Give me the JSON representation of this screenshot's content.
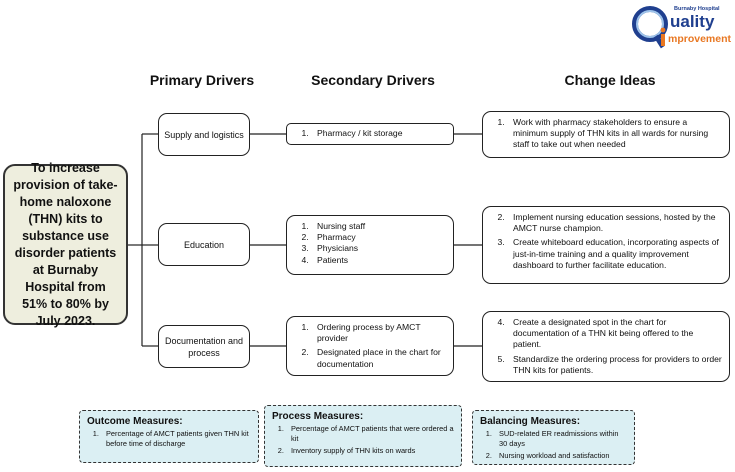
{
  "logo": {
    "org": "Burnaby Hospital",
    "word1": "uality",
    "word2": "mprovement"
  },
  "headers": {
    "primary": "Primary Drivers",
    "secondary": "Secondary Drivers",
    "change": "Change Ideas"
  },
  "aim": "To increase provision of take-home naloxone (THN) kits to substance use disorder patients at Burnaby Hospital from 51% to 80% by July 2023.",
  "primary_drivers": [
    {
      "label": "Supply and logistics"
    },
    {
      "label": "Education"
    },
    {
      "label": "Documentation and process"
    }
  ],
  "secondary_drivers": [
    {
      "items": [
        "Pharmacy / kit storage"
      ]
    },
    {
      "items": [
        "Nursing staff",
        "Pharmacy",
        "Physicians",
        "Patients"
      ]
    },
    {
      "items": [
        "Ordering process by AMCT provider",
        "Designated place in the chart for documentation"
      ]
    }
  ],
  "change_ideas": [
    {
      "start": 1,
      "items": [
        "Work with pharmacy stakeholders to ensure a minimum supply of THN kits in all wards for nursing staff to take out when needed"
      ]
    },
    {
      "start": 2,
      "items": [
        "Implement nursing education sessions, hosted by the AMCT nurse champion.",
        "Create whiteboard education, incorporating aspects of just-in-time training and a quality improvement dashboard to further facilitate education."
      ]
    },
    {
      "start": 4,
      "items": [
        "Create a designated spot in the chart for documentation of a THN kit being offered to the patient.",
        "Standardize the ordering process for providers to order THN kits for patients."
      ]
    }
  ],
  "measures": {
    "outcome": {
      "title": "Outcome Measures:",
      "items": [
        "Percentage of AMCT patients given THN kit before time of discharge"
      ]
    },
    "process": {
      "title": "Process Measures:",
      "items": [
        "Percentage of AMCT patients that were ordered a kit",
        "Inventory supply of THN kits on wards"
      ]
    },
    "balancing": {
      "title": "Balancing Measures:",
      "items": [
        "SUD-related ER readmissions within 30 days",
        "Nursing workload and satisfaction"
      ]
    }
  },
  "colors": {
    "aim_fill": "#eeeede",
    "measure_fill": "#dbeff3",
    "logo_blue": "#1f3f8f",
    "logo_orange": "#e87722"
  }
}
